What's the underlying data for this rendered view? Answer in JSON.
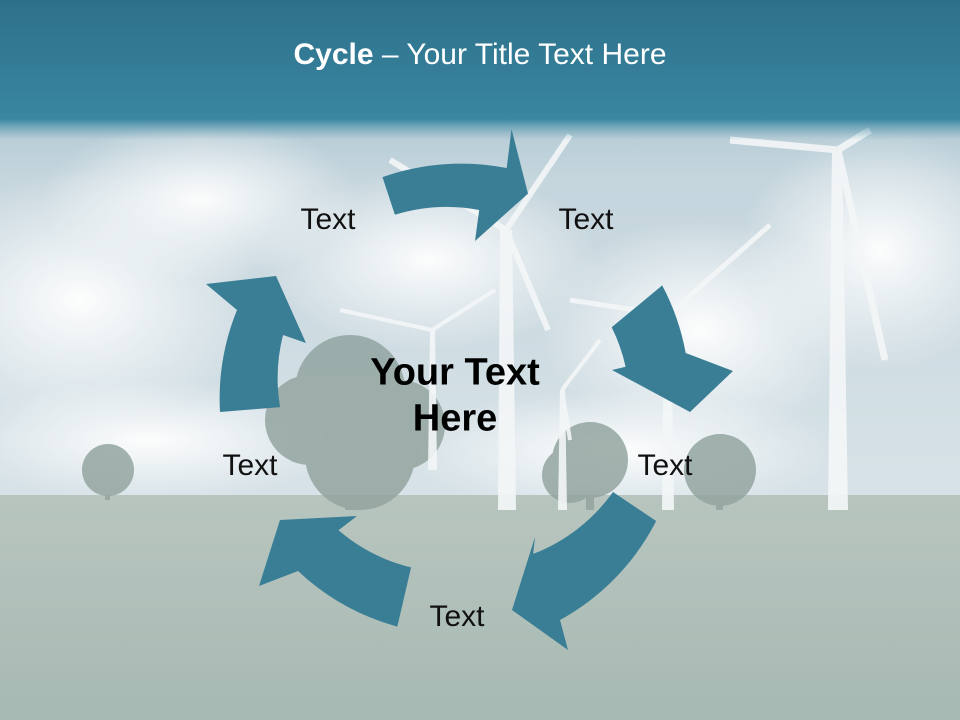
{
  "title": {
    "bold": "Cycle",
    "rest": " – Your Title Text Here"
  },
  "center": {
    "line1": "Your Text",
    "line2": "Here"
  },
  "labels": [
    "Text",
    "Text",
    "Text",
    "Text",
    "Text"
  ],
  "colors": {
    "header": "#2f7a94",
    "arrow": "#3a7e96",
    "sky": "#c7d6de",
    "field": "#8fa59c"
  }
}
